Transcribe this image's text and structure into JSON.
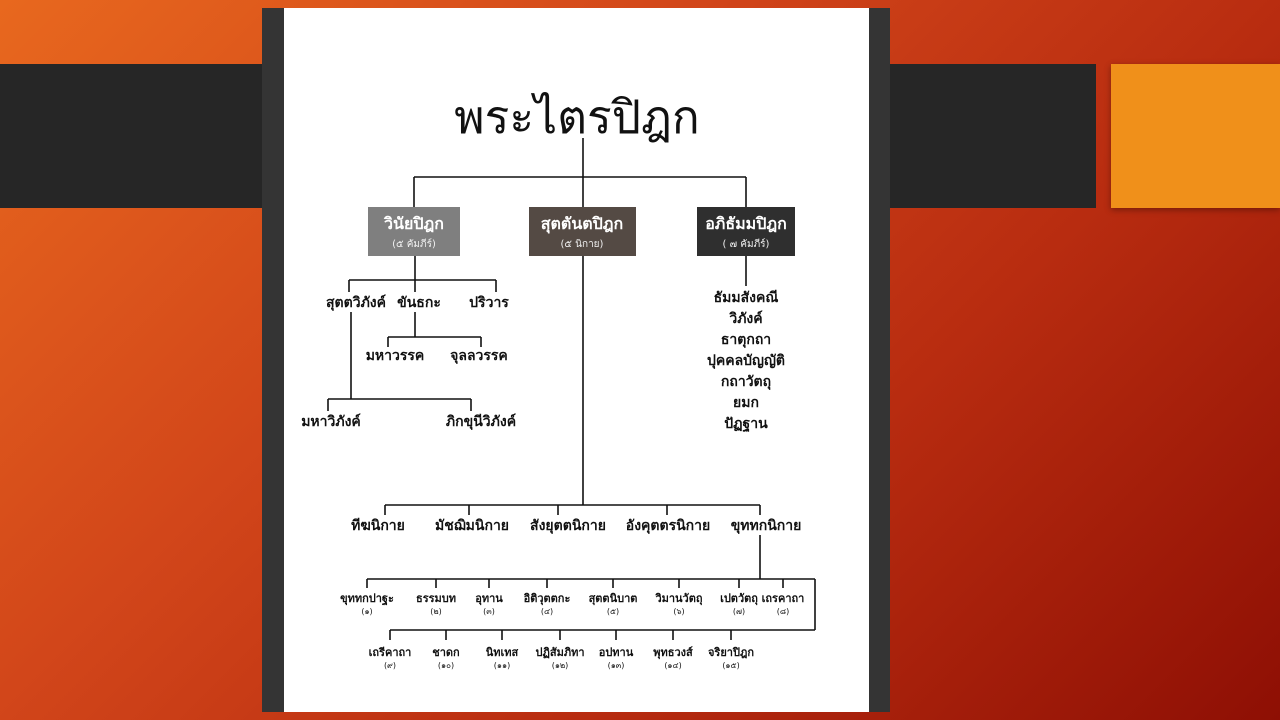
{
  "title": "พระไตรปิฎก",
  "pitakas": [
    {
      "name": "วินัยปิฎก",
      "sub": "(๕ คัมภีร์)",
      "color": "#7f7f7f"
    },
    {
      "name": "สุตตันตปิฎก",
      "sub": "(๕ นิกาย)",
      "color": "#544a44"
    },
    {
      "name": "อภิธัมมปิฎก",
      "sub": "( ๗ คัมภีร์)",
      "color": "#2f2f2f"
    }
  ],
  "vinaya": {
    "suttavibhanga": "สุตตวิภังค์",
    "khandhaka": "ขันธกะ",
    "parivara": "ปริวาร",
    "mahavagga": "มหาวรรค",
    "culavagga": "จุลลวรรค",
    "mahavibhanga": "มหาวิภังค์",
    "bhikkhunivibhanga": "ภิกขุนีวิภังค์"
  },
  "abhidhamma": [
    "ธัมมสังคณี",
    "วิภังค์",
    "ธาตุกถา",
    "ปุคคลบัญญัติ",
    "กถาวัตถุ",
    "ยมก",
    "ปัฏฐาน"
  ],
  "nikayas": [
    "ทีฆนิกาย",
    "มัชฌิมนิกาย",
    "สังยุตตนิกาย",
    "อังคุตตรนิกาย",
    "ขุททกนิกาย"
  ],
  "khuddaka_row1": [
    {
      "name": "ขุททกปาฐะ",
      "num": "(๑)"
    },
    {
      "name": "ธรรมบท",
      "num": "(๒)"
    },
    {
      "name": "อุทาน",
      "num": "(๓)"
    },
    {
      "name": "อิติวุตตกะ",
      "num": "(๔)"
    },
    {
      "name": "สุตตนิบาต",
      "num": "(๕)"
    },
    {
      "name": "วิมานวัตถุ",
      "num": "(๖)"
    },
    {
      "name": "เปตวัตถุ",
      "num": "(๗)"
    },
    {
      "name": "เถรคาถา",
      "num": "(๘)"
    }
  ],
  "khuddaka_row2": [
    {
      "name": "เถรีคาถา",
      "num": "(๙)"
    },
    {
      "name": "ชาดก",
      "num": "(๑๐)"
    },
    {
      "name": "นิทเทส",
      "num": "(๑๑)"
    },
    {
      "name": "ปฏิสัมภิทา",
      "num": "(๑๒)"
    },
    {
      "name": "อปทาน",
      "num": "(๑๓)"
    },
    {
      "name": "พุทธวงส์",
      "num": "(๑๔)"
    },
    {
      "name": "จริยาปิฎก",
      "num": "(๑๕)"
    }
  ]
}
